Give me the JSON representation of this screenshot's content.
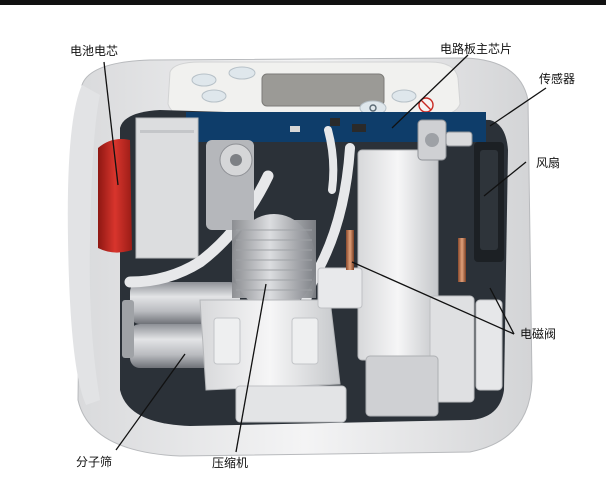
{
  "labels": {
    "battery_cell": "电池电芯",
    "main_chip": "电路板主芯片",
    "sensor": "传感器",
    "fan": "风扇",
    "solenoid_valve": "电磁阀",
    "molecular_sieve": "分子筛",
    "compressor": "压缩机"
  },
  "colors": {
    "shell": "#e9eaec",
    "panel": "#f1f1ef",
    "screen": "#9b9a96",
    "cavity": "#2b3138",
    "battery": "#c72a24",
    "board": "#0e3d6a",
    "metal": "#c9cacc",
    "leader": "#111111"
  }
}
